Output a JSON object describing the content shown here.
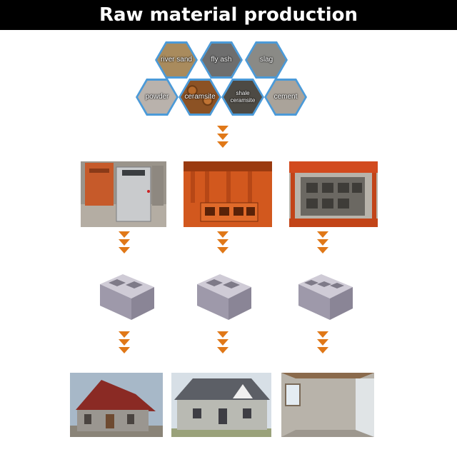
{
  "header": {
    "title": "Raw material production"
  },
  "materials": [
    {
      "label": "river sand"
    },
    {
      "label": "fly ash"
    },
    {
      "label": "slag"
    },
    {
      "label": "powder"
    },
    {
      "label": "ceramsite"
    },
    {
      "label": "shale ceramsite"
    },
    {
      "label": "cement"
    }
  ],
  "colors": {
    "accent": "#e07818",
    "banner": "#000000",
    "hex_border": "#4b9ad8"
  }
}
